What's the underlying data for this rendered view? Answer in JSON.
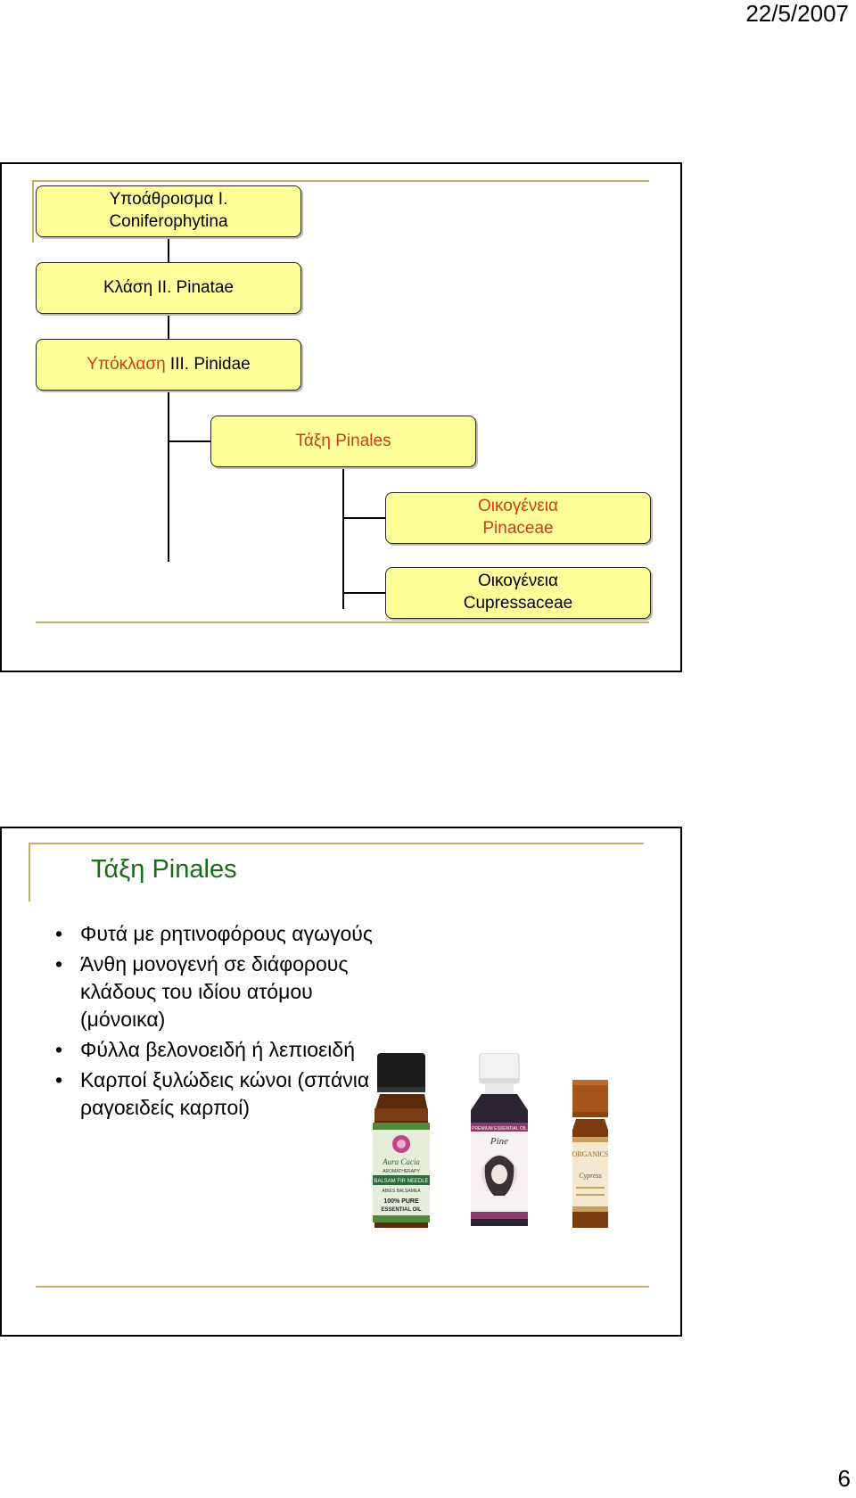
{
  "header": {
    "date": "22/5/2007"
  },
  "footer": {
    "page_number": "6"
  },
  "slide1": {
    "nodes": {
      "subphylum": {
        "line1": "Υποάθροισμα I.",
        "line2": "Coniferophytina"
      },
      "class": "Κλάση II. Pinatae",
      "subclass_prefix": "Υπόκλαση ",
      "subclass_suffix": "III. Pinidae",
      "order": "Τάξη Pinales",
      "family1": {
        "line1": "Οικογένεια",
        "line2": "Pinaceae"
      },
      "family2": {
        "line1": "Οικογένεια",
        "line2": "Cupressaceae"
      }
    },
    "colors": {
      "box_fill": "#ffff99",
      "red_text": "#c8401a"
    }
  },
  "slide2": {
    "title": "Τάξη Pinales",
    "bullets": [
      "Φυτά με ρητινοφόρους αγωγούς",
      "Άνθη μονογενή σε διάφορους κλάδους του ιδίου ατόμου (μόνοικα)",
      "Φύλλα βελονοειδή ή λεπιοειδή",
      "Καρποί ξυλώδεις κώνοι (σπάνια ραγοειδείς καρποί)"
    ],
    "bottles": {
      "b1": {
        "brand": "Aura Cacia",
        "sub": "AROMATHERAPY",
        "name": "BALSAM FIR NEEDLE",
        "latin": "ABIES BALSAMEA",
        "pure1": "100% PURE",
        "pure2": "ESSENTIAL OIL"
      },
      "b2": {
        "band": "PREMIUM ESSENTIAL OIL",
        "name": "Pine"
      },
      "b3": {
        "brand": "ORGANICS",
        "name": "Cypress"
      }
    },
    "title_color": "#1a6b1a"
  }
}
